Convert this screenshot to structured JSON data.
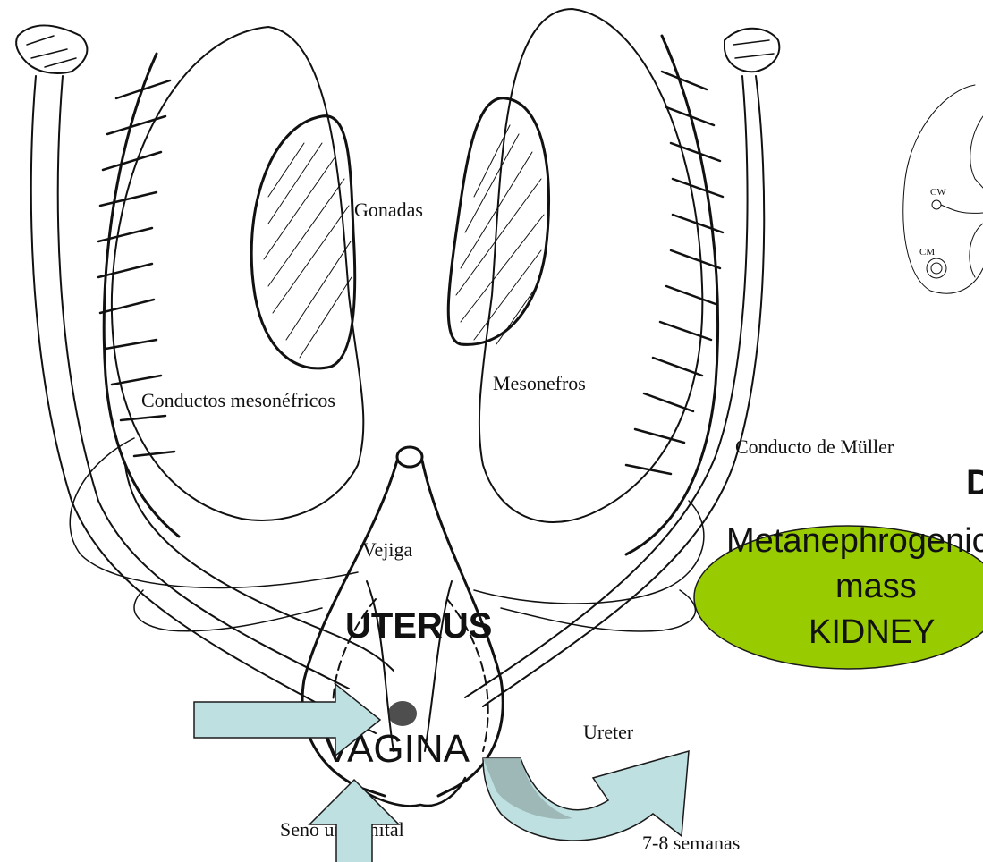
{
  "labels": {
    "gonadas": "Gonadas",
    "mesonefros": "Mesonefros",
    "conductos_mesonefricos": "Conductos mesonéfricos",
    "conducto_muller": "Conducto de Müller",
    "vejiga": "Vejiga",
    "ureter": "Ureter",
    "seno": "Seno urogenital",
    "semanas": "7-8 semanas",
    "uterus": "UTERUS",
    "vagina": "VAGINA",
    "cw": "CW",
    "cm": "CM",
    "d_fragment": "D"
  },
  "callout": {
    "line1": "Metanephrogenic",
    "line2": "mass",
    "line3": "KIDNEY",
    "fill_color": "#99cc00"
  },
  "colors": {
    "arrow_fill": "#bfe0e0",
    "curved_arrow_dark": "#9ab3b3",
    "ink": "#111111"
  }
}
